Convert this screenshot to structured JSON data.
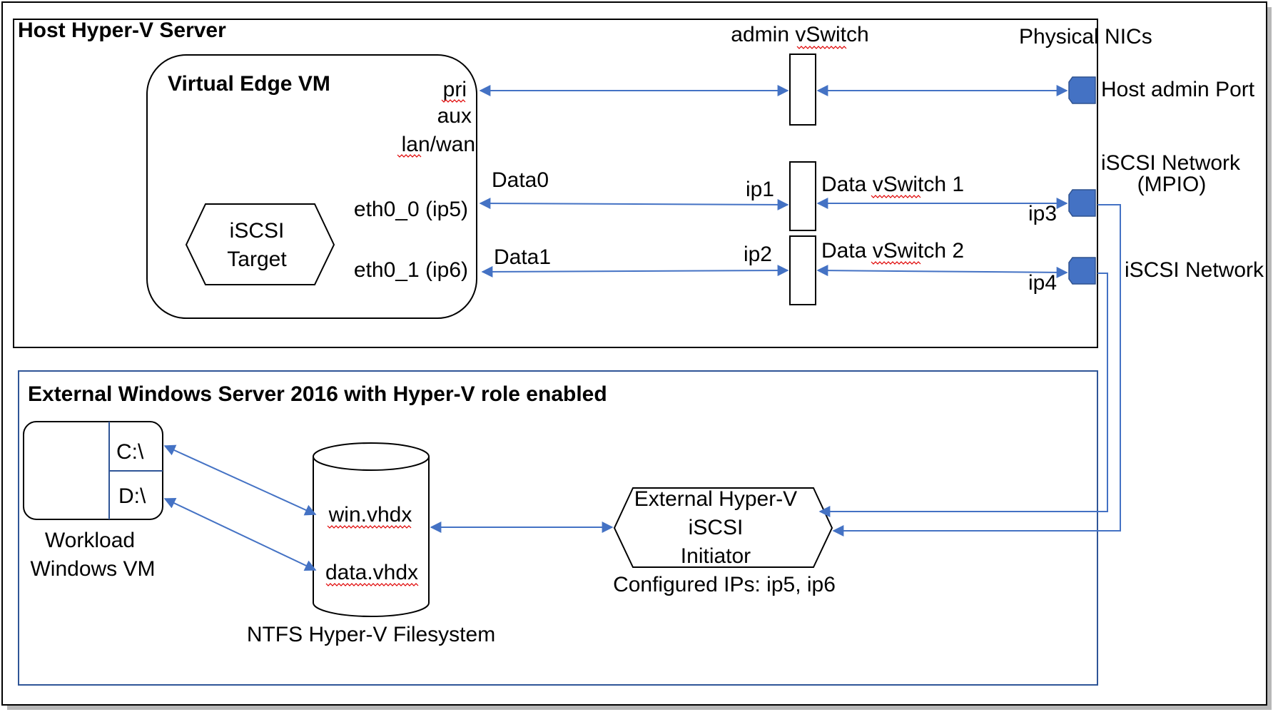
{
  "host": {
    "title": "Host Hyper-V Server",
    "admin_vswitch_label": "admin vSwitch",
    "physical_nics_label": "Physical NICs",
    "vm": {
      "title": "Virtual Edge VM",
      "port_pri": "pri",
      "port_aux": "aux",
      "port_lanwan": "lan/wan",
      "port_eth0_0": "eth0_0 (ip5)",
      "port_eth0_1": "eth0_1 (ip6)",
      "iscsi_target_line1": "iSCSI",
      "iscsi_target_line2": "Target"
    },
    "data0_label": "Data0",
    "data1_label": "Data1",
    "ip1_label": "ip1",
    "ip2_label": "ip2",
    "ip3_label": "ip3",
    "ip4_label": "ip4",
    "data_vswitch1_label": "Data vSwitch 1",
    "data_vswitch2_label": "Data vSwitch 2",
    "host_admin_port_label": "Host admin Port",
    "iscsi_mpio_line1": "iSCSI Network",
    "iscsi_mpio_line2": "(MPIO)",
    "iscsi_network_label": "iSCSI Network"
  },
  "external": {
    "title": "External Windows Server 2016 with Hyper-V role enabled",
    "drive_c": "C:\\",
    "drive_d": "D:\\",
    "workload_line1": "Workload",
    "workload_line2": "Windows VM",
    "disk_win": "win.vhdx",
    "disk_data": "data.vhdx",
    "filesystem_label": "NTFS Hyper-V Filesystem",
    "initiator_line1": "External Hyper-V",
    "initiator_line2": "iSCSI",
    "initiator_line3": "Initiator",
    "configured_ips": "Configured IPs: ip5, ip6"
  },
  "colors": {
    "link": "#4472c4",
    "nic": "#4472c4",
    "external_border": "#2f5597",
    "spellcheck": "#e00000"
  }
}
